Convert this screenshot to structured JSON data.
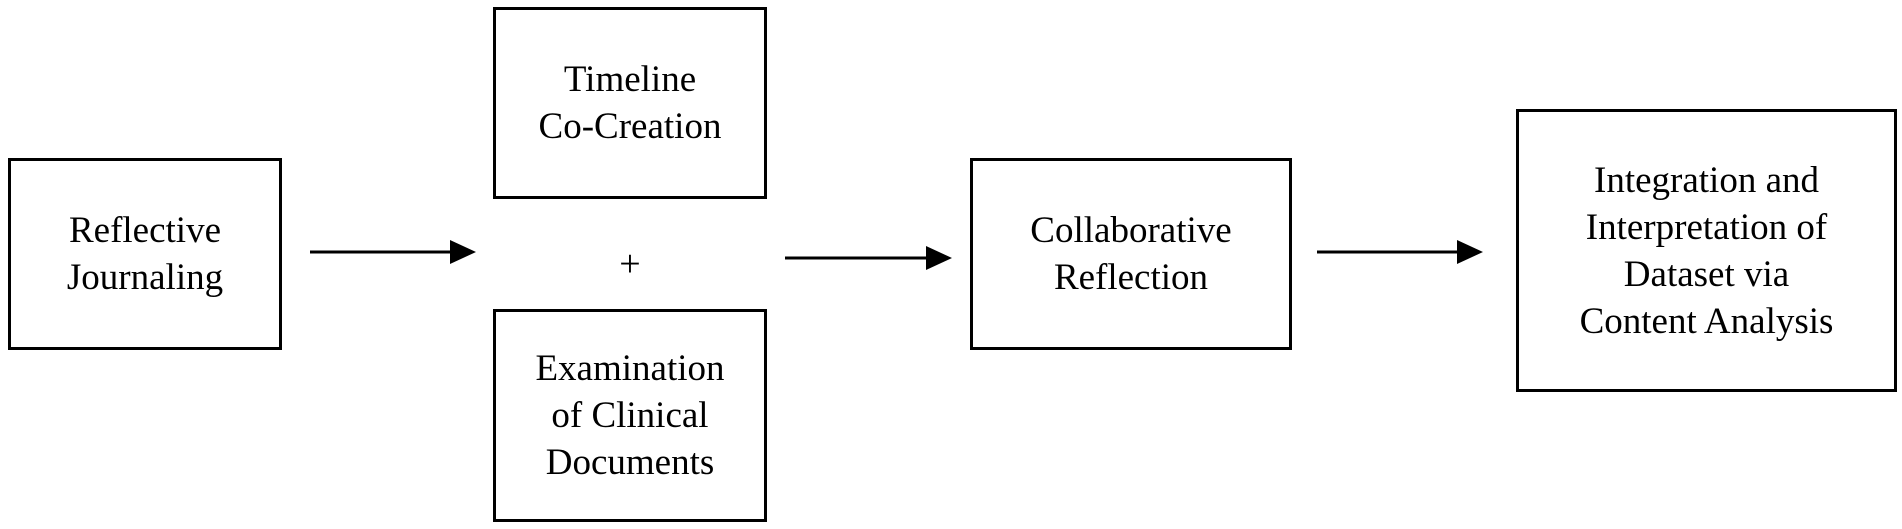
{
  "diagram": {
    "boxes": {
      "reflective_journaling": "Reflective\nJournaling",
      "timeline_co_creation": "Timeline\nCo-Creation",
      "examination_clinical_documents": "Examination\nof Clinical\nDocuments",
      "collaborative_reflection": "Collaborative\nReflection",
      "integration_interpretation": "Integration and\nInterpretation of\nDataset via\nContent Analysis"
    },
    "plus_symbol": "+",
    "colors": {
      "stroke": "#000000",
      "background": "#ffffff"
    }
  }
}
